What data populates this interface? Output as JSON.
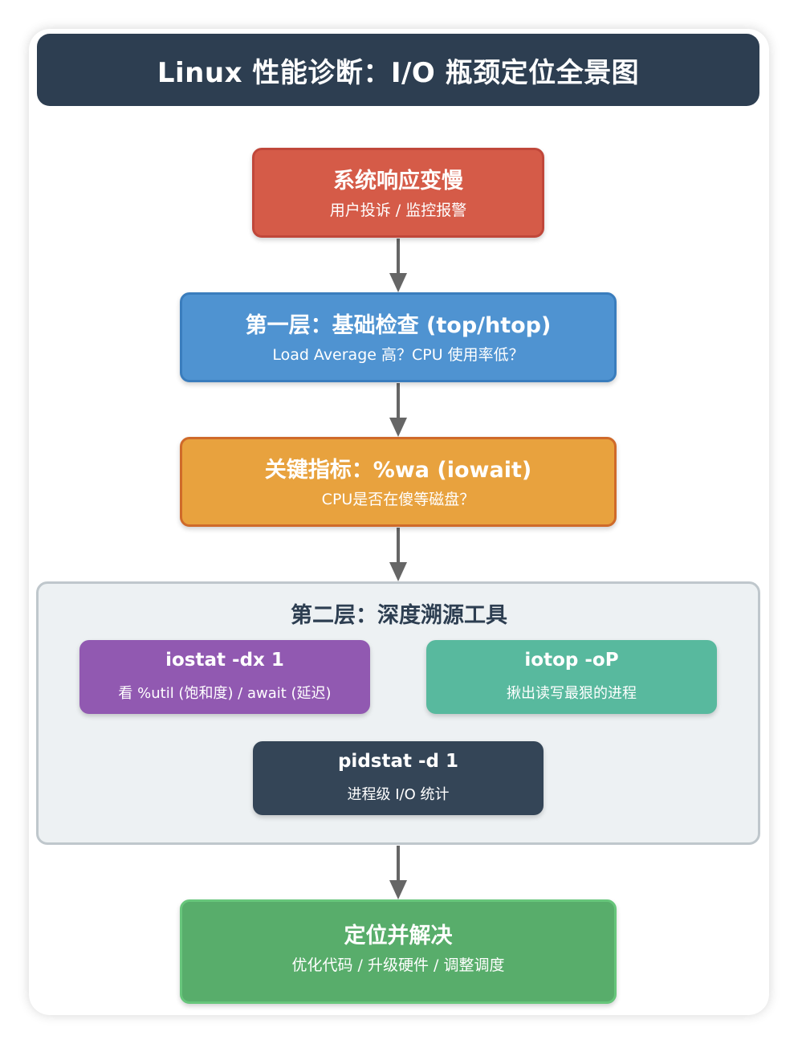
{
  "title": "Linux 性能诊断：I/O 瓶颈定位全景图",
  "nodes": {
    "slow": {
      "main": "系统响应变慢",
      "sub": "用户投诉 / 监控报警"
    },
    "layer1": {
      "main": "第一层：基础检查 (top/htop)",
      "sub": "Load Average 高？CPU 使用率低？"
    },
    "iowait": {
      "main": "关键指标：%wa (iowait)",
      "sub": "CPU是否在傻等磁盘？"
    },
    "fix": {
      "main": "定位并解决",
      "sub": "优化代码 / 升级硬件 / 调整调度"
    }
  },
  "layer2": {
    "title": "第二层：深度溯源工具",
    "tools": {
      "iostat": {
        "main": "iostat -dx 1",
        "sub": "看 %util (饱和度) / await (延迟)"
      },
      "iotop": {
        "main": "iotop -oP",
        "sub": "揪出读写最狠的进程"
      },
      "pidstat": {
        "main": "pidstat -d 1",
        "sub": "进程级 I/O 统计"
      }
    }
  },
  "colors": {
    "title_bg": "#2d3e51",
    "slow": "#d55b48",
    "layer1": "#4f93d1",
    "iowait": "#e8a23e",
    "fix": "#58ad6b",
    "iostat": "#9159b1",
    "iotop": "#58b99e",
    "pidstat": "#344557",
    "arrow": "#666666"
  }
}
